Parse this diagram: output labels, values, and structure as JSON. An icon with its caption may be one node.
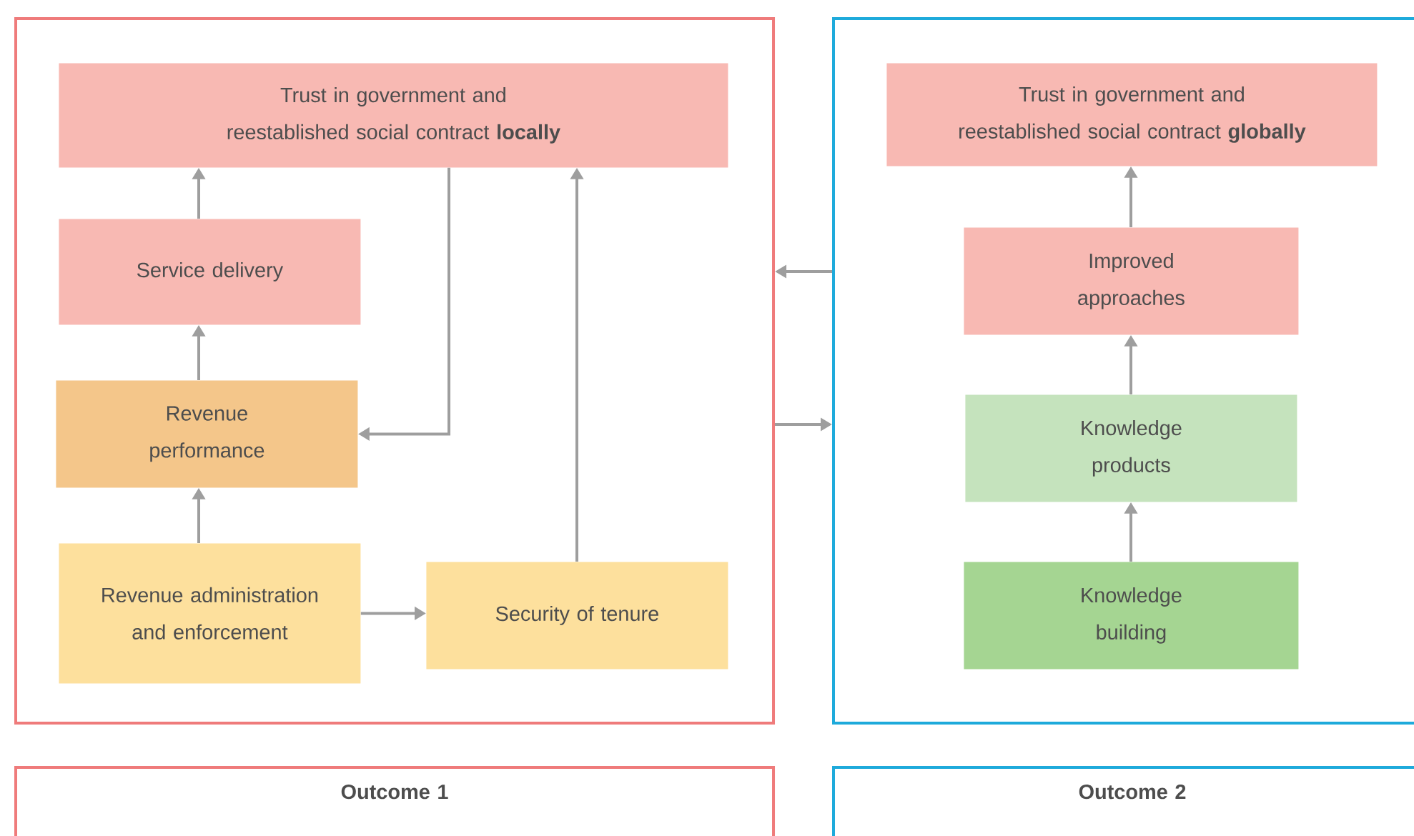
{
  "diagram": {
    "nodes": [
      {
        "text": [],
        "shape": "box"
      },
      {
        "text": [
          "Trust in government and reestablished social contract **locally**"
        ],
        "in": 0
      },
      {
        "text": [
          "Service delivery"
        ],
        "in": 0
      },
      {
        "text": [
          "Revenue performance"
        ],
        "in": 0
      },
      {
        "text": [
          "Revenue administration and enforcement"
        ],
        "in": 0
      },
      {
        "text": [
          "Security of tenure"
        ],
        "in": 0
      },
      {
        "text": [],
        "shape": "box"
      },
      {
        "text": [
          "Trust in government and reestablished social contract **globally**"
        ],
        "in": 6
      },
      {
        "text": [
          "Improved approaches"
        ],
        "in": 6
      },
      {
        "text": [
          "Knowledge products"
        ],
        "in": 6
      },
      {
        "text": [
          "Knowledge building"
        ],
        "in": 6
      },
      {
        "text": [
          "Outcome 1"
        ]
      },
      {
        "text": [
          "Outcome 2"
        ]
      }
    ],
    "edges": [
      {
        "from": 2,
        "to": 1,
        "arrow": "to"
      },
      {
        "from": 3,
        "to": 2,
        "arrow": "to"
      },
      {
        "from": 4,
        "to": 3,
        "arrow": "to"
      },
      {
        "from": 4,
        "to": 5,
        "arrow": "to"
      },
      {
        "from": 5,
        "to": 1,
        "arrow": "to"
      },
      {
        "from": 1,
        "to": 3,
        "arrow": "to"
      },
      {
        "from": 10,
        "to": 9,
        "arrow": "to"
      },
      {
        "from": 9,
        "to": 8,
        "arrow": "to"
      },
      {
        "from": 8,
        "to": 7,
        "arrow": "to"
      },
      {
        "from": 6,
        "to": 0,
        "arrow": "to"
      },
      {
        "from": 0,
        "to": 6,
        "arrow": "to"
      }
    ]
  }
}
